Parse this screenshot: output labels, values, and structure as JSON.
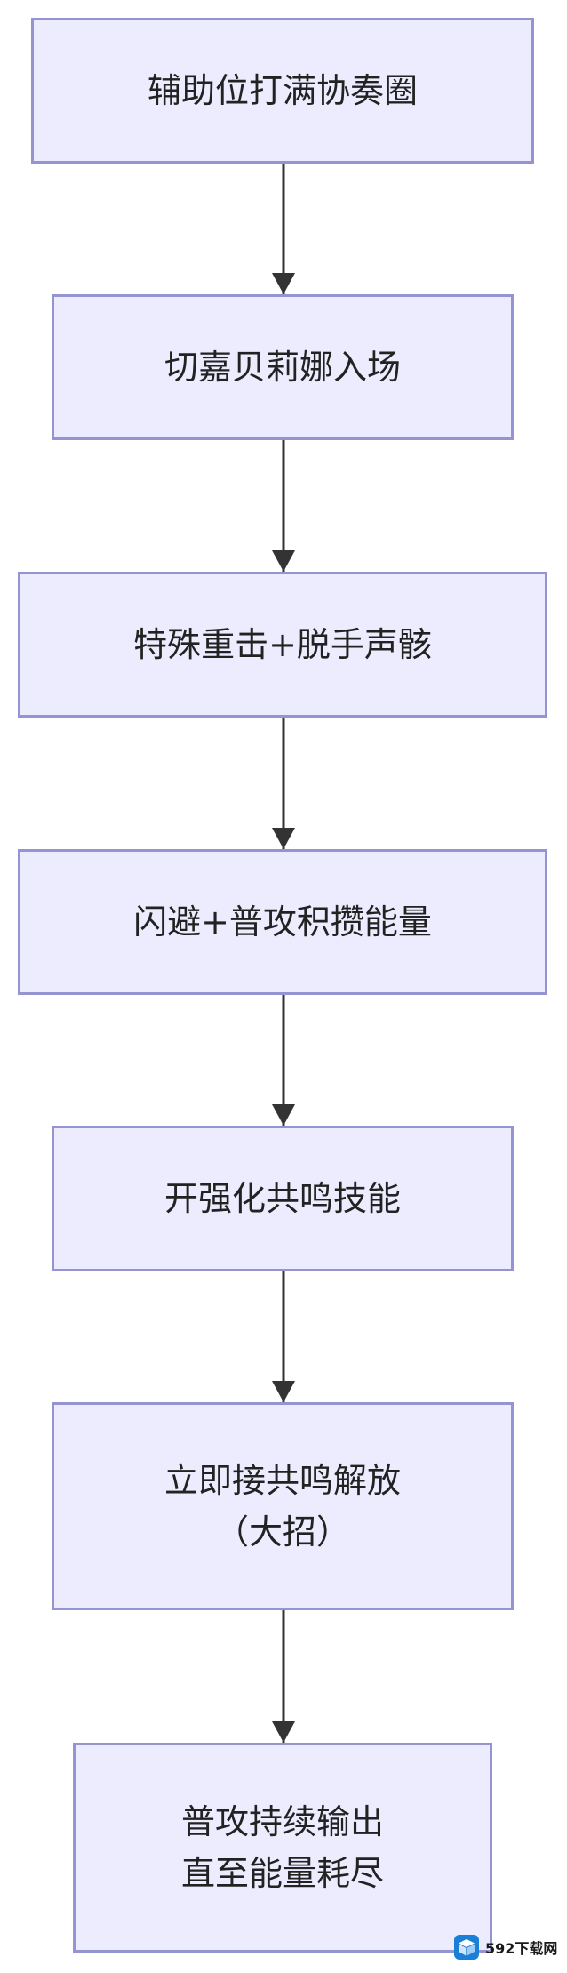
{
  "flowchart": {
    "steps": [
      {
        "lines": [
          "辅助位打满协奏圈"
        ]
      },
      {
        "lines": [
          "切嘉贝莉娜入场"
        ]
      },
      {
        "lines": [
          "特殊重击+脱手声骸"
        ]
      },
      {
        "lines": [
          "闪避+普攻积攒能量"
        ]
      },
      {
        "lines": [
          "开强化共鸣技能"
        ]
      },
      {
        "lines": [
          "立即接共鸣解放",
          "（大招）"
        ]
      },
      {
        "lines": [
          "普攻持续输出",
          "直至能量耗尽"
        ]
      }
    ],
    "colors": {
      "node_fill": "#ececfe",
      "node_border": "#9494d0",
      "arrow": "#333333",
      "text": "#222222"
    }
  },
  "watermark": {
    "text": "592下载网",
    "logo_color": "#1a7fd6"
  }
}
